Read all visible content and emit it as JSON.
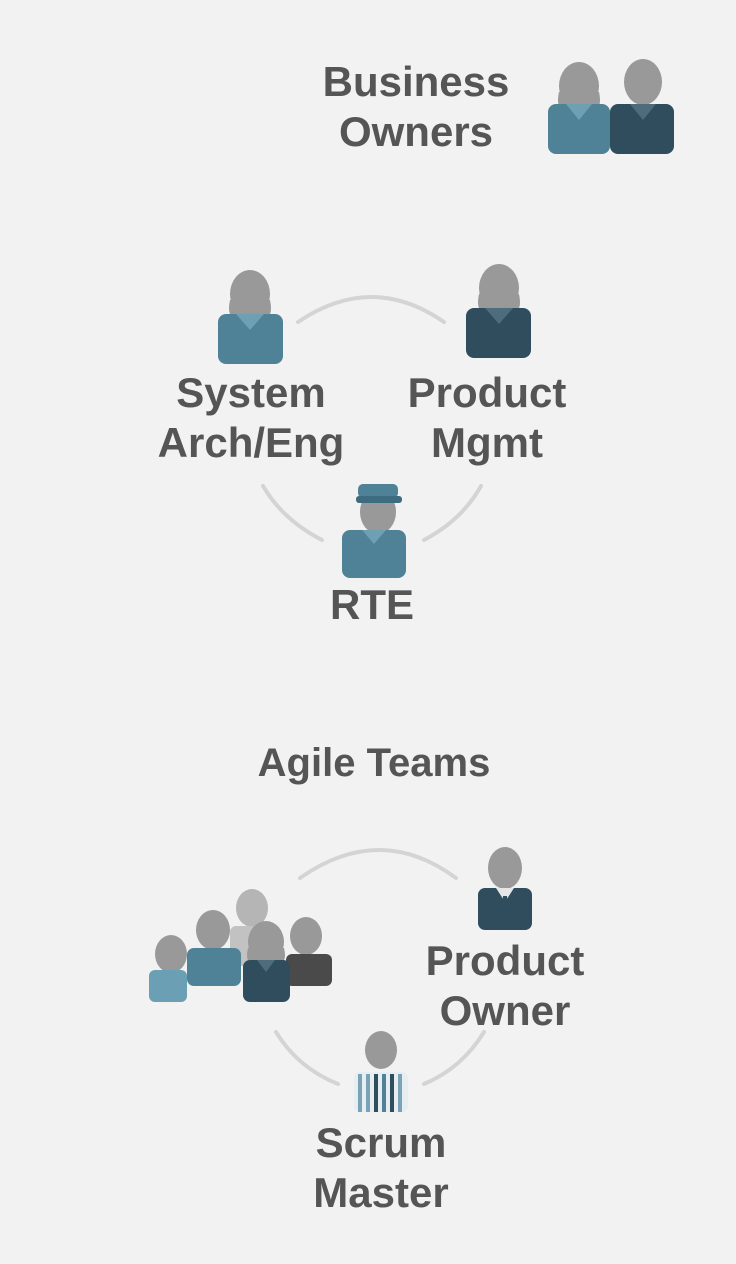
{
  "colors": {
    "background": "#f2f2f2",
    "text": "#555555",
    "head_gray": "#999999",
    "teal": "#4f8297",
    "navy": "#2f4d5d",
    "dark_gray": "#4a4a4a",
    "arc": "#d4d4d4"
  },
  "business_owners": {
    "label_lines": [
      "Business",
      "Owners"
    ],
    "icon": "two-people-icon"
  },
  "art": {
    "system_arch": {
      "label_lines": [
        "System",
        "Arch/Eng"
      ],
      "icon": "person-icon"
    },
    "product_mgmt": {
      "label_lines": [
        "Product",
        "Mgmt"
      ],
      "icon": "person-icon"
    },
    "rte": {
      "label_lines": [
        "RTE"
      ],
      "icon": "person-with-cap-icon"
    }
  },
  "agile_teams": {
    "title": "Agile Teams",
    "team": {
      "icon": "team-group-icon"
    },
    "product_owner": {
      "label_lines": [
        "Product",
        "Owner"
      ],
      "icon": "person-with-tie-icon"
    },
    "scrum_master": {
      "label_lines": [
        "Scrum",
        "Master"
      ],
      "icon": "person-striped-icon"
    }
  }
}
